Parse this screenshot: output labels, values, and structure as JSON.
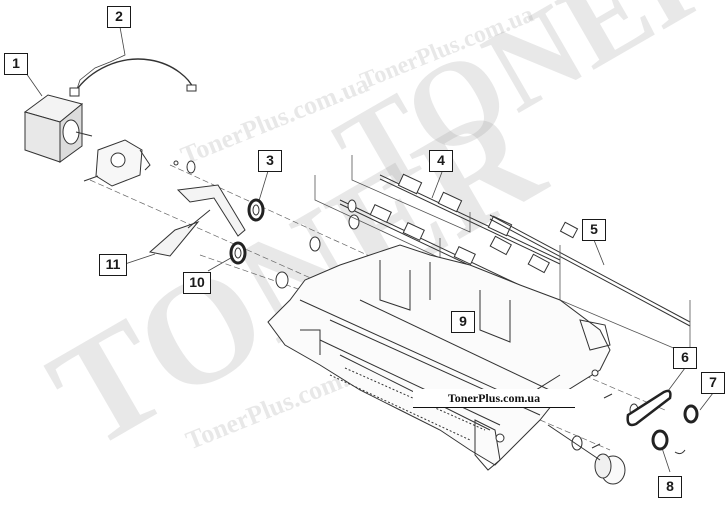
{
  "watermark": {
    "site_text": "TonerPlus.com.ua",
    "brand_text": "TONER"
  },
  "banner": {
    "text": "TonerPlus.com.ua"
  },
  "callouts": [
    {
      "label": "1"
    },
    {
      "label": "2"
    },
    {
      "label": "3"
    },
    {
      "label": "4"
    },
    {
      "label": "5"
    },
    {
      "label": "6"
    },
    {
      "label": "7"
    },
    {
      "label": "8"
    },
    {
      "label": "9"
    },
    {
      "label": "10"
    },
    {
      "label": "11"
    }
  ]
}
